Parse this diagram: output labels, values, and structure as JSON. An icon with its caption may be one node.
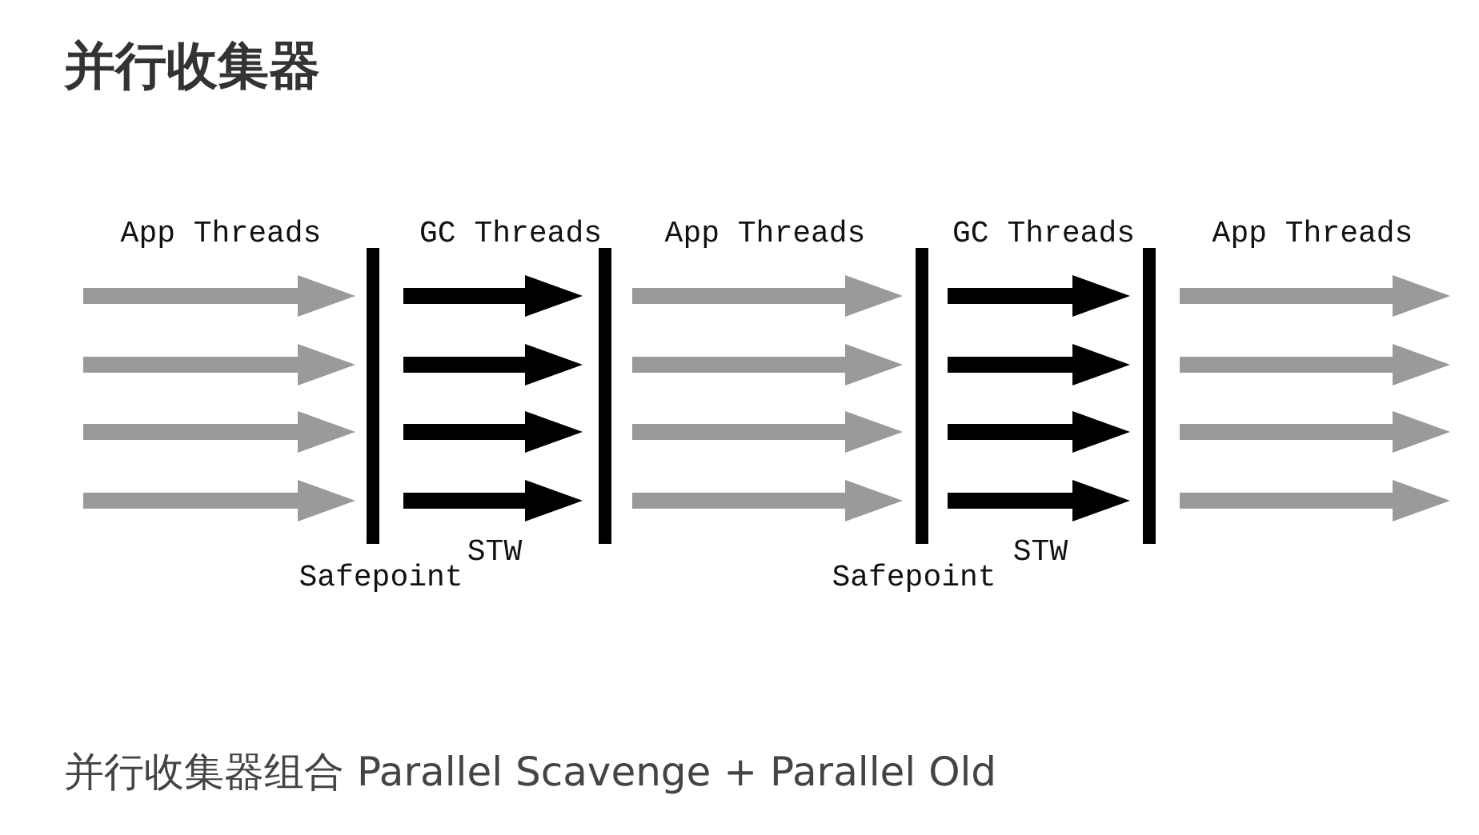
{
  "diagram": {
    "title": "并行收集器",
    "caption": "并行收集器组合 Parallel Scavenge + Parallel Old",
    "labels": [
      "App Threads",
      "GC Threads",
      "App Threads",
      "GC Threads",
      "App Threads",
      "STW",
      "Safepoint",
      "STW",
      "Safepoint"
    ]
  }
}
